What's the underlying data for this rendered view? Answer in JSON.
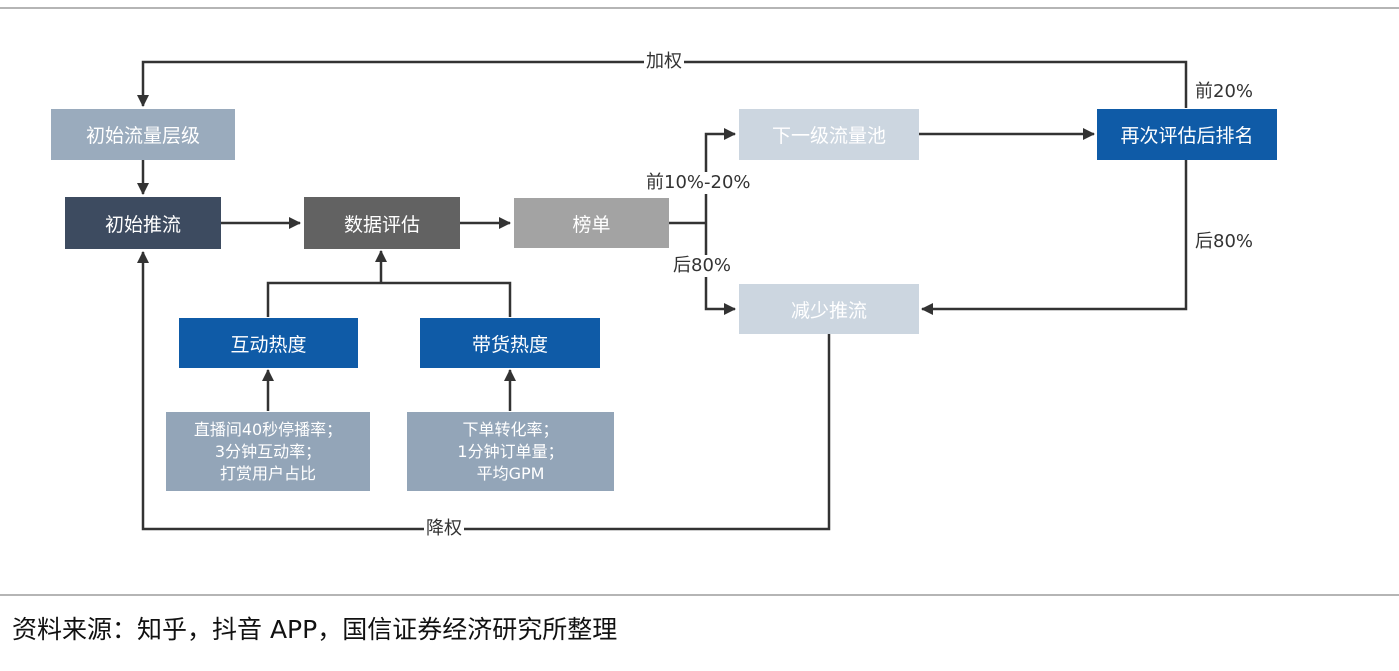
{
  "nodes": {
    "initial_level": "初始流量层级",
    "initial_push": "初始推流",
    "data_eval": "数据评估",
    "ranking": "榜单",
    "next_pool": "下一级流量池",
    "re_rank": "再次评估后排名",
    "reduce_push": "减少推流",
    "interaction_heat": "互动热度",
    "sales_heat": "带货热度",
    "interaction_metrics": [
      "直播间40秒停播率；",
      "3分钟互动率；",
      "打赏用户占比"
    ],
    "sales_metrics": [
      "下单转化率；",
      "1分钟订单量；",
      "平均GPM"
    ]
  },
  "edge_labels": {
    "weight_up": "加权",
    "weight_down": "降权",
    "top_10_20": "前10%-20%",
    "bottom_80_a": "后80%",
    "top_20": "前20%",
    "bottom_80_b": "后80%"
  },
  "colors": {
    "light_gray_blue": "#9aabbd",
    "dark_slate": "#3d4b60",
    "dark_gray": "#626262",
    "mid_gray": "#a3a3a3",
    "pale_blue": "#ccd6e0",
    "brand_blue": "#0f5ba7",
    "metric_box": "#93a5b8"
  },
  "source": "资料来源：知乎，抖音 APP，国信证券经济研究所整理"
}
